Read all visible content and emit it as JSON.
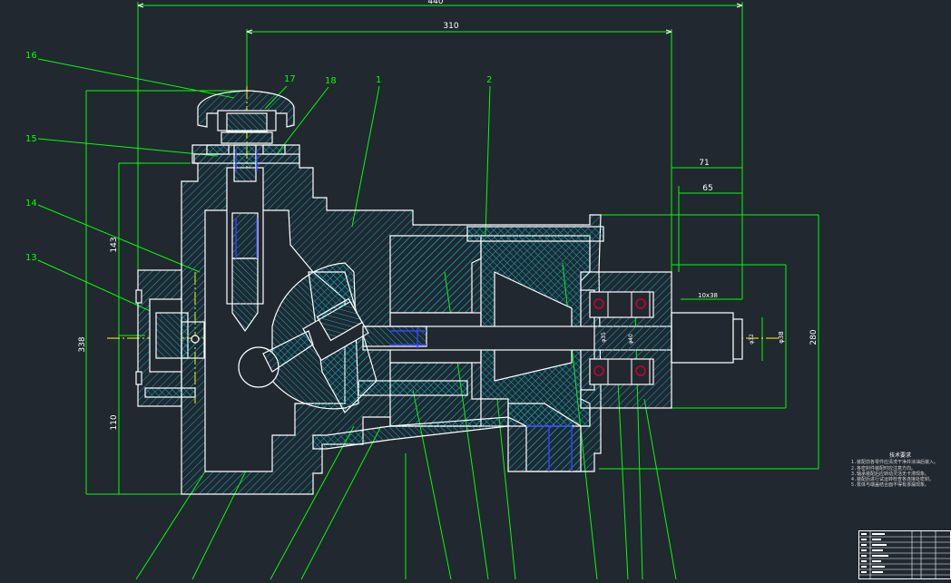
{
  "dimensions": {
    "overall_length": "440",
    "body_length": "310",
    "height_total": "338",
    "height_upper": "143",
    "height_lower": "110",
    "right_71": "71",
    "right_65": "65",
    "key_spec": "10x38",
    "dia_280": "280",
    "dia_shaft_1": "φ38",
    "dia_shaft_2": "φ32",
    "dia_bearing_1": "φ35",
    "dia_bearing_2": "φ40"
  },
  "balloons": [
    "16",
    "17",
    "18",
    "1",
    "2",
    "15",
    "14",
    "13"
  ],
  "notes": {
    "title": "技术要求",
    "lines": [
      "1.装配前各零件应清洗干净并涂油后装入。",
      "2.各密封件装配时应注意方向。",
      "3.轴承装配后应转动灵活无卡滞现象。",
      "4.装配后进行试运转检查各连接处密封。",
      "5.泵体与端盖结合面不得有渗漏现象。"
    ]
  },
  "colors": {
    "background": "#212830",
    "outline": "#ffffff",
    "leader": "#00ff00",
    "hatch": "#00b4c8",
    "centerline": "#ffff00",
    "hidden": "#3344ff",
    "seal": "#cc0033"
  }
}
